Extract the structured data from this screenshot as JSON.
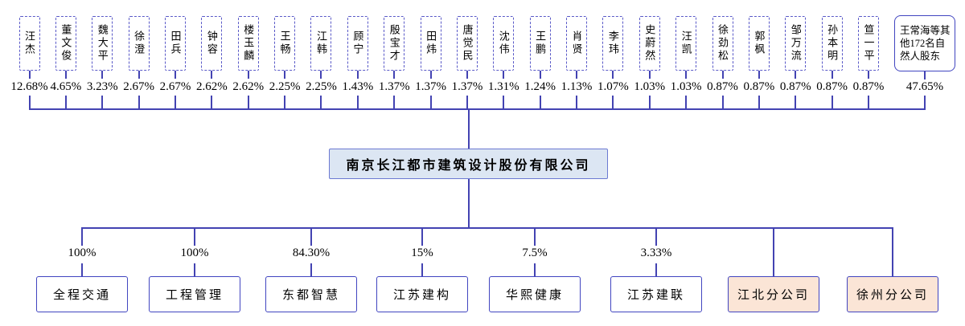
{
  "colors": {
    "line": "#4343b2",
    "dashed_border": "#5a5ac8",
    "solid_border": "#4145c0",
    "company_fill": "#dce6f3",
    "company_border": "#6b79d2",
    "branch_fill": "#fbe5d6",
    "text": "#000000"
  },
  "company": {
    "name": "南京长江都市建筑设计股份有限公司"
  },
  "shareholders": [
    {
      "name": "汪杰",
      "pct": "12.68%"
    },
    {
      "name": "董文俊",
      "pct": "4.65%"
    },
    {
      "name": "魏大平",
      "pct": "3.23%"
    },
    {
      "name": "徐澄",
      "pct": "2.67%"
    },
    {
      "name": "田兵",
      "pct": "2.67%"
    },
    {
      "name": "钟容",
      "pct": "2.62%"
    },
    {
      "name": "楼玉麟",
      "pct": "2.62%"
    },
    {
      "name": "王畅",
      "pct": "2.25%"
    },
    {
      "name": "江韩",
      "pct": "2.25%"
    },
    {
      "name": "顾宁",
      "pct": "1.43%"
    },
    {
      "name": "殷宝才",
      "pct": "1.37%"
    },
    {
      "name": "田炜",
      "pct": "1.37%"
    },
    {
      "name": "唐觉民",
      "pct": "1.37%"
    },
    {
      "name": "沈伟",
      "pct": "1.31%"
    },
    {
      "name": "王鹏",
      "pct": "1.24%"
    },
    {
      "name": "肖贤",
      "pct": "1.13%"
    },
    {
      "name": "李玮",
      "pct": "1.07%"
    },
    {
      "name": "史蔚然",
      "pct": "1.03%"
    },
    {
      "name": "汪凯",
      "pct": "1.03%"
    },
    {
      "name": "徐劲松",
      "pct": "0.87%"
    },
    {
      "name": "郭枫",
      "pct": "0.87%"
    },
    {
      "name": "邹万流",
      "pct": "0.87%"
    },
    {
      "name": "孙本明",
      "pct": "0.87%"
    },
    {
      "name": "笪一平",
      "pct": "0.87%"
    },
    {
      "name": "王常海等其他172名自然人股东",
      "pct": "47.65%",
      "group": true
    }
  ],
  "subsidiaries": [
    {
      "name": "全程交通",
      "pct": "100%"
    },
    {
      "name": "工程管理",
      "pct": "100%"
    },
    {
      "name": "东都智慧",
      "pct": "84.30%"
    },
    {
      "name": "江苏建构",
      "pct": "15%"
    },
    {
      "name": "华熙健康",
      "pct": "7.5%"
    },
    {
      "name": "江苏建联",
      "pct": "3.33%"
    }
  ],
  "branches": [
    {
      "name": "江北分公司"
    },
    {
      "name": "徐州分公司"
    }
  ]
}
